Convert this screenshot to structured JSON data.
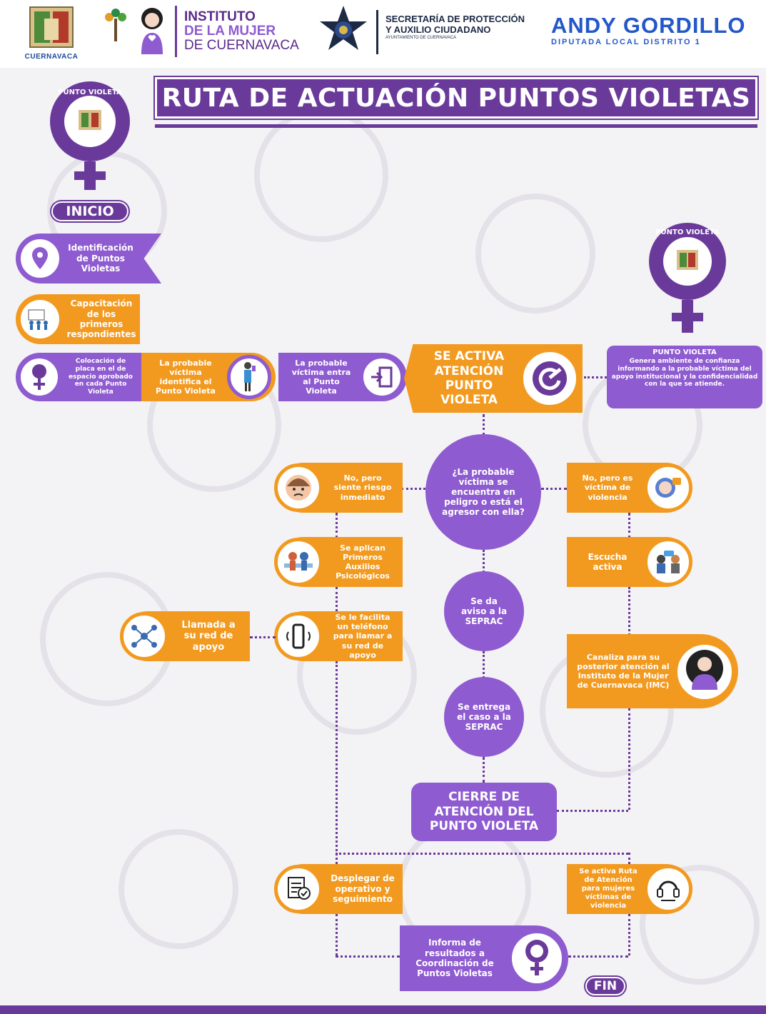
{
  "colors": {
    "purple": "#8e5bd0",
    "dark_purple": "#6a3a9a",
    "orange": "#f29a1f",
    "background": "#f3f2f5"
  },
  "header": {
    "cuernavaca": "CUERNAVACA",
    "imc_line1": "INSTITUTO",
    "imc_line2": "DE LA MUJER",
    "imc_line3": "DE CUERNAVACA",
    "seprac_line1": "SECRETARÍA DE PROTECCIÓN",
    "seprac_line2": "Y AUXILIO CIUDADANO",
    "seprac_line3": "AYUNTAMIENTO DE CUERNAVACA",
    "andy": "ANDY GORDILLO",
    "andy_sub": "DIPUTADA LOCAL DISTRITO 1"
  },
  "title": "RUTA DE ACTUACIÓN PUNTOS VIOLETAS",
  "seal_text": "PUNTO VIOLETA",
  "inicio": "INICIO",
  "fin": "FIN",
  "steps": {
    "identificacion": "Identificación de Puntos Violetas",
    "capacitacion": "Capacitación de los primeros respondientes",
    "colocacion": "Colocación de placa en el de espacio aprobado en cada Punto Violeta",
    "identifica": "La probable víctima identifica el Punto Violeta",
    "entra": "La probable víctima entra al Punto Violeta",
    "activa": "SE ACTIVA ATENCIÓN PUNTO VIOLETA",
    "pv_title": "PUNTO VIOLETA",
    "pv_desc": "Genera ambiente de confianza informando a la probable víctima del apoyo institucional y la confidencialidad con la que se atiende.",
    "pregunta": "¿La probable víctima se encuentra en peligro o está el agresor con ella?",
    "no_riesgo": "No, pero siente riesgo inmediato",
    "no_victima": "No, pero es víctima de violencia",
    "auxilios": "Se aplican Primeros Auxilios Psicológicos",
    "escucha": "Escucha activa",
    "aviso": "Se da aviso a la SEPRAC",
    "telefono": "Se le facilita un teléfono para llamar a su red de apoyo",
    "llamada": "Llamada a su red de apoyo",
    "canaliza": "Canaliza para su posterior atención al Instituto de la Mujer de Cuernavaca (IMC)",
    "entrega": "Se entrega el caso a la SEPRAC",
    "cierre": "CIERRE DE ATENCIÓN DEL PUNTO VIOLETA",
    "despliegue": "Desplegar de operativo y seguimiento",
    "ruta": "Se activa Ruta de Atención para mujeres víctimas de violencia",
    "informa": "Informa de resultados a Coordinación de Puntos Violetas"
  }
}
